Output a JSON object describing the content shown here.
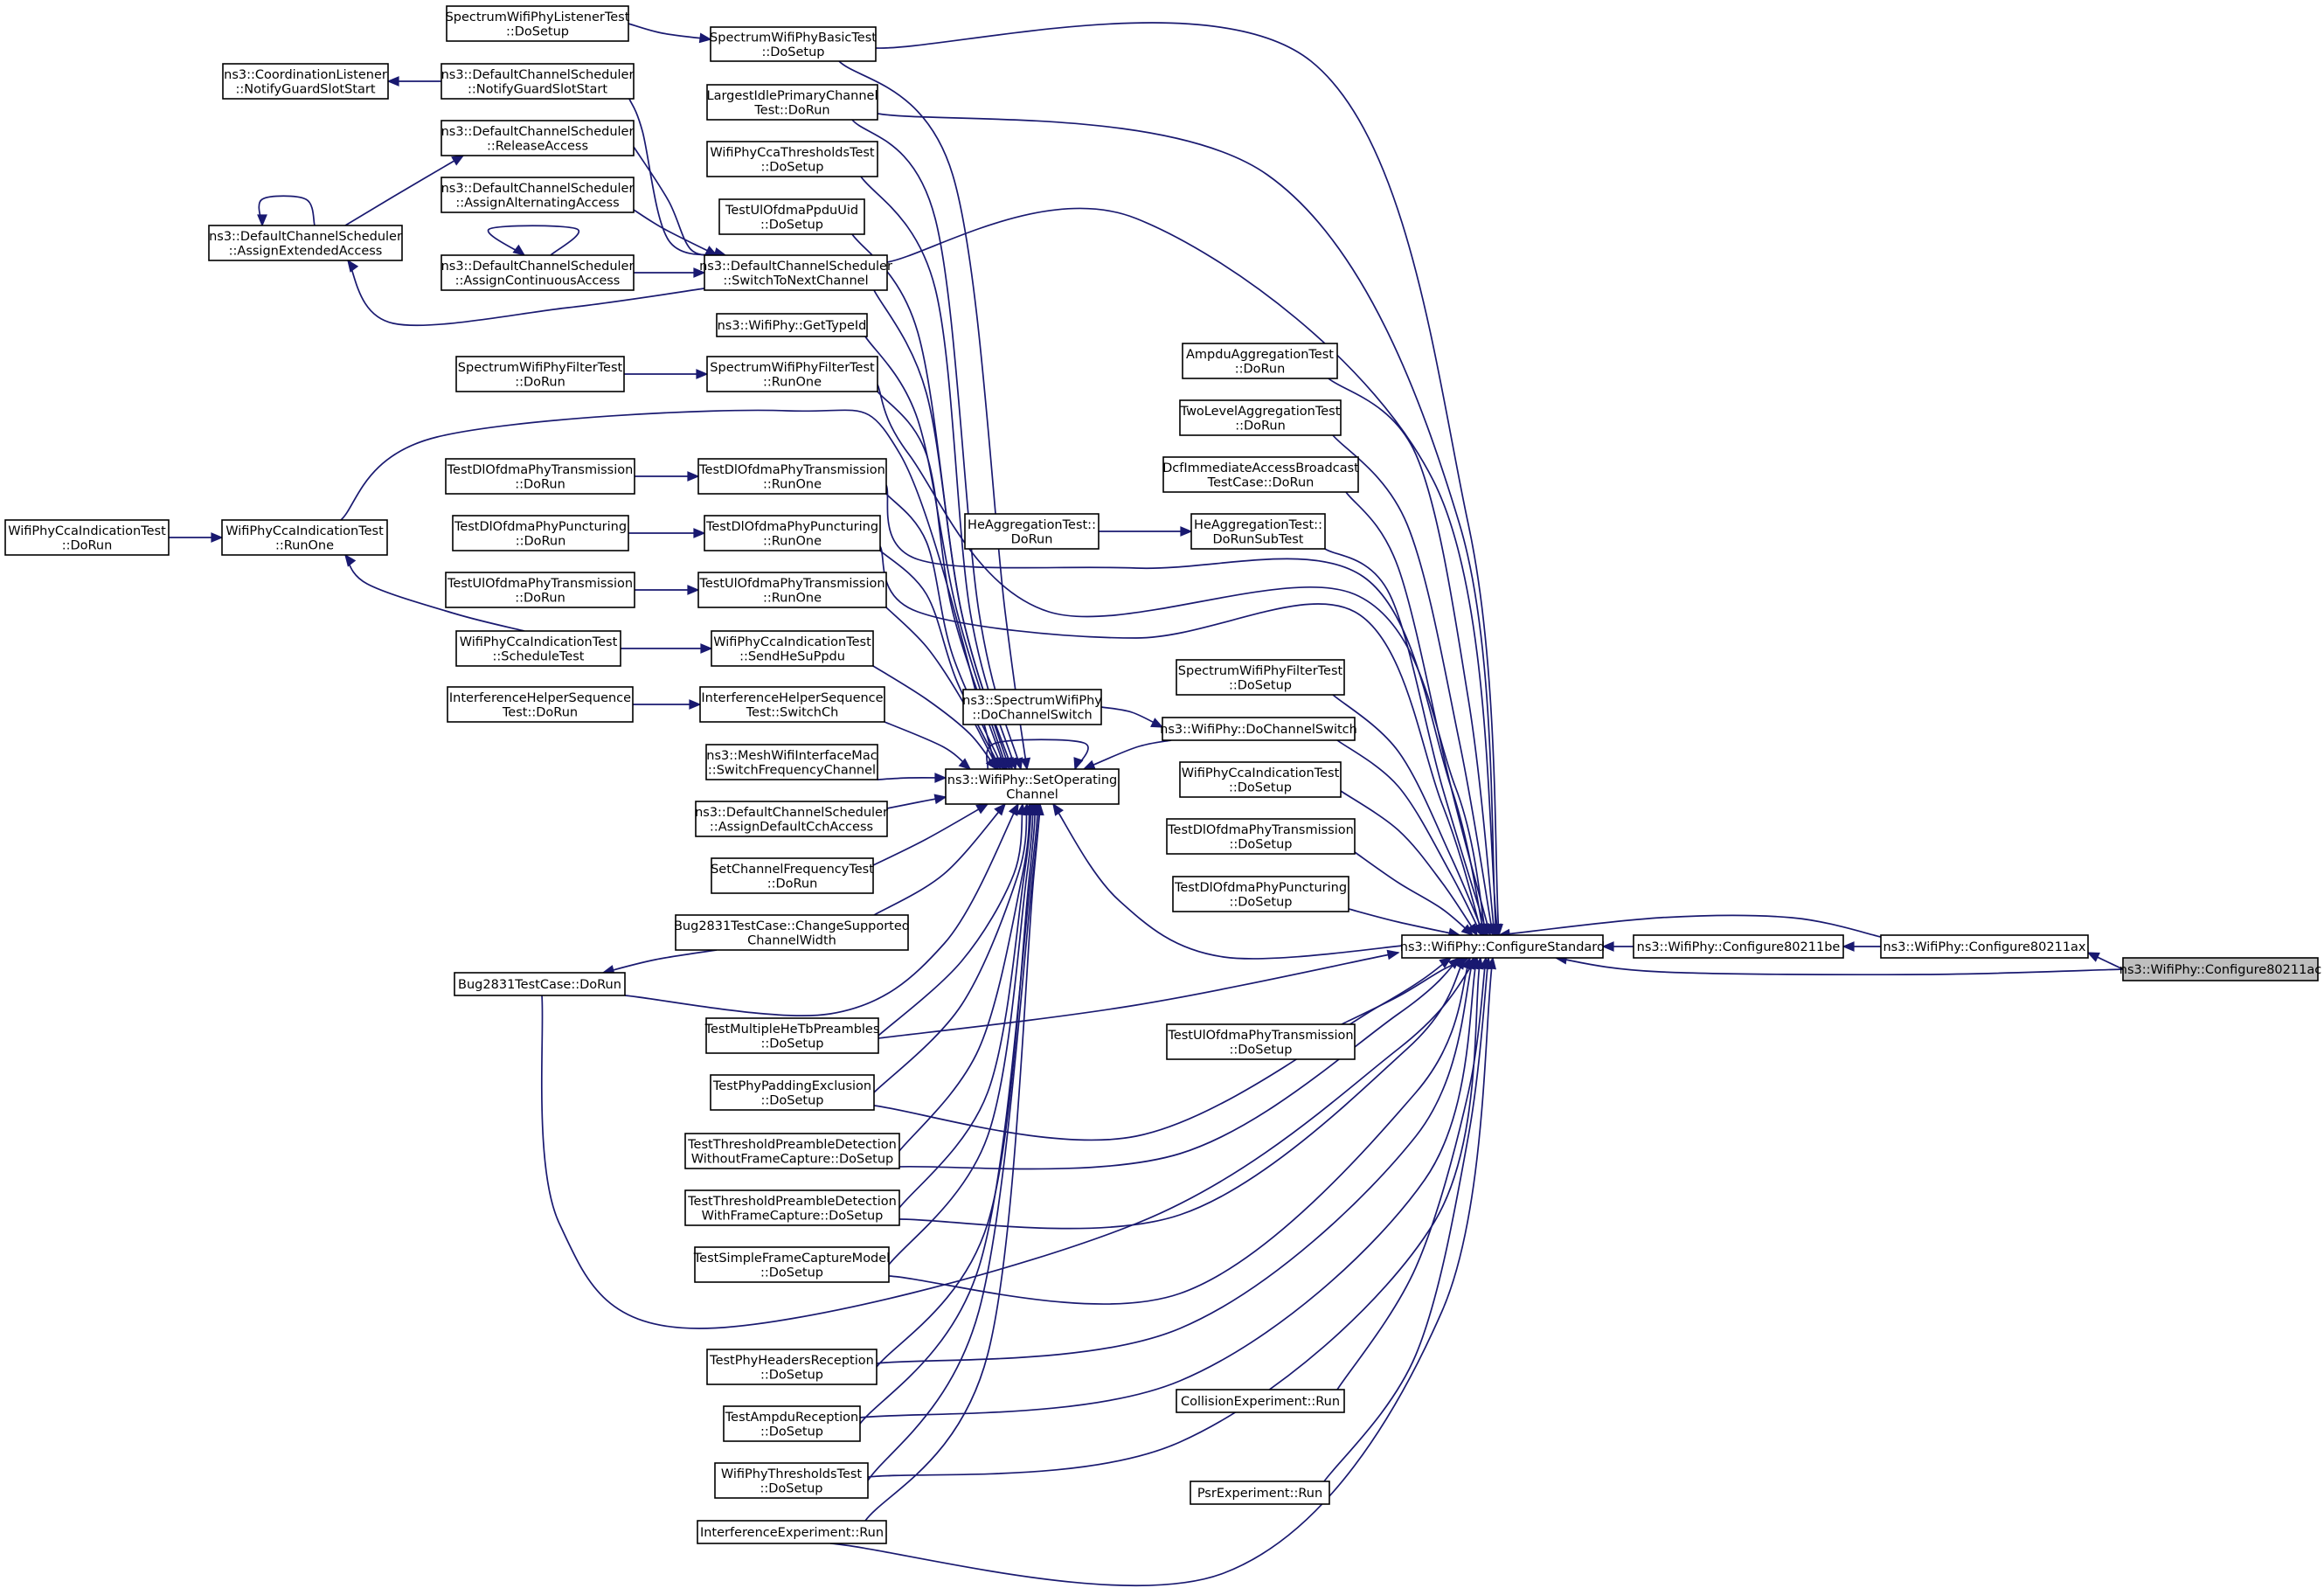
{
  "colors": {
    "edge": "#191970",
    "node_border": "#000000",
    "node_fill": "#ffffff",
    "root_fill": "#bfbfbf"
  },
  "nodes": {
    "SWPListenerSetup": [
      "SpectrumWifiPhyListenerTest",
      "::DoSetup"
    ],
    "SWPBasicSetup": [
      "SpectrumWifiPhyBasicTest",
      "::DoSetup"
    ],
    "CoordListener": [
      "ns3::CoordinationListener",
      "::NotifyGuardSlotStart"
    ],
    "DCSNotifyGuard": [
      "ns3::DefaultChannelScheduler",
      "::NotifyGuardSlotStart"
    ],
    "LargestIdle": [
      "LargestIdlePrimaryChannel",
      "Test::DoRun"
    ],
    "DCSRelease": [
      "ns3::DefaultChannelScheduler",
      "::ReleaseAccess"
    ],
    "CcaThreshSetup": [
      "WifiPhyCcaThresholdsTest",
      "::DoSetup"
    ],
    "DCSAssignAlt": [
      "ns3::DefaultChannelScheduler",
      "::AssignAlternatingAccess"
    ],
    "UlPpduUid": [
      "TestUlOfdmaPpduUid",
      "::DoSetup"
    ],
    "DCSAssignExt": [
      "ns3::DefaultChannelScheduler",
      "::AssignExtendedAccess"
    ],
    "DCSAssignCont": [
      "ns3::DefaultChannelScheduler",
      "::AssignContinuousAccess"
    ],
    "DCSSwitchNext": [
      "ns3::DefaultChannelScheduler",
      "::SwitchToNextChannel"
    ],
    "GetTypeId": [
      "ns3::WifiPhy::GetTypeId"
    ],
    "SWPFilterDoRun": [
      "SpectrumWifiPhyFilterTest",
      "::DoRun"
    ],
    "SWPFilterRunOne": [
      "SpectrumWifiPhyFilterTest",
      "::RunOne"
    ],
    "AmpduAgg": [
      "AmpduAggregationTest",
      "::DoRun"
    ],
    "TwoLevelAgg": [
      "TwoLevelAggregationTest",
      "::DoRun"
    ],
    "DlTxDoRun": [
      "TestDlOfdmaPhyTransmission",
      "::DoRun"
    ],
    "DlTxRunOne": [
      "TestDlOfdmaPhyTransmission",
      "::RunOne"
    ],
    "DcfImm": [
      "DcfImmediateAccessBroadcast",
      "TestCase::DoRun"
    ],
    "CcaIndDoRun": [
      "WifiPhyCcaIndicationTest",
      "::DoRun"
    ],
    "CcaIndRunOne": [
      "WifiPhyCcaIndicationTest",
      "::RunOne"
    ],
    "DlPuncDoRun": [
      "TestDlOfdmaPhyPuncturing",
      "::DoRun"
    ],
    "DlPuncRunOne": [
      "TestDlOfdmaPhyPuncturing",
      "::RunOne"
    ],
    "HeAggDoRun": [
      "HeAggregationTest::",
      "DoRun"
    ],
    "HeAggSub": [
      "HeAggregationTest::",
      "DoRunSubTest"
    ],
    "UlTxDoRun": [
      "TestUlOfdmaPhyTransmission",
      "::DoRun"
    ],
    "UlTxRunOne": [
      "TestUlOfdmaPhyTransmission",
      "::RunOne"
    ],
    "CcaSched": [
      "WifiPhyCcaIndicationTest",
      "::ScheduleTest"
    ],
    "CcaSendHe": [
      "WifiPhyCcaIndicationTest",
      "::SendHeSuPpdu"
    ],
    "SWPFilterSetup": [
      "SpectrumWifiPhyFilterTest",
      "::DoSetup"
    ],
    "IHSeqDoRun": [
      "InterferenceHelperSequence",
      "Test::DoRun"
    ],
    "IHSeqSwitch": [
      "InterferenceHelperSequence",
      "Test::SwitchCh"
    ],
    "SWPDoChSwitch": [
      "ns3::SpectrumWifiPhy",
      "::DoChannelSwitch"
    ],
    "WPDoChSwitch": [
      "ns3::WifiPhy::DoChannelSwitch"
    ],
    "MeshSwitch": [
      "ns3::MeshWifiInterfaceMac",
      "::SwitchFrequencyChannel"
    ],
    "SetOpCh": [
      "ns3::WifiPhy::SetOperating",
      "Channel"
    ],
    "CcaIndSetup": [
      "WifiPhyCcaIndicationTest",
      "::DoSetup"
    ],
    "DCSAssignDef": [
      "ns3::DefaultChannelScheduler",
      "::AssignDefaultCchAccess"
    ],
    "DlTxSetup": [
      "TestDlOfdmaPhyTransmission",
      "::DoSetup"
    ],
    "SetChFreq": [
      "SetChannelFrequencyTest",
      "::DoRun"
    ],
    "DlPuncSetup": [
      "TestDlOfdmaPhyPuncturing",
      "::DoSetup"
    ],
    "Bug2831Change": [
      "Bug2831TestCase::ChangeSupported",
      "ChannelWidth"
    ],
    "ConfStd": [
      "ns3::WifiPhy::ConfigureStandard"
    ],
    "Conf11be": [
      "ns3::WifiPhy::Configure80211be"
    ],
    "Conf11ax": [
      "ns3::WifiPhy::Configure80211ax"
    ],
    "Conf11ac": [
      "ns3::WifiPhy::Configure80211ac"
    ],
    "Bug2831DoRun": [
      "Bug2831TestCase::DoRun"
    ],
    "MultiHeTb": [
      "TestMultipleHeTbPreambles",
      "::DoSetup"
    ],
    "UlTxSetup": [
      "TestUlOfdmaPhyTransmission",
      "::DoSetup"
    ],
    "PhyPadding": [
      "TestPhyPaddingExclusion",
      "::DoSetup"
    ],
    "ThreshNoCap": [
      "TestThresholdPreambleDetection",
      "WithoutFrameCapture::DoSetup"
    ],
    "ThreshCap": [
      "TestThresholdPreambleDetection",
      "WithFrameCapture::DoSetup"
    ],
    "SimpleFC": [
      "TestSimpleFrameCaptureModel",
      "::DoSetup"
    ],
    "PhyHeaders": [
      "TestPhyHeadersReception",
      "::DoSetup"
    ],
    "CollisionExp": [
      "CollisionExperiment::Run"
    ],
    "AmpduRx": [
      "TestAmpduReception",
      "::DoSetup"
    ],
    "PhyThresholds": [
      "WifiPhyThresholdsTest",
      "::DoSetup"
    ],
    "PsrExp": [
      "PsrExperiment::Run"
    ],
    "InterfExp": [
      "InterferenceExperiment::Run"
    ]
  }
}
